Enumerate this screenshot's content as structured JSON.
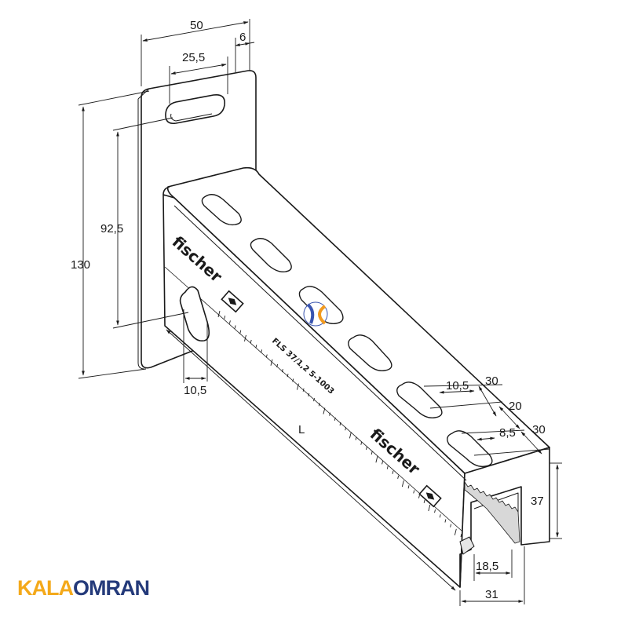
{
  "drawing": {
    "dimensions": {
      "plate_width": "50",
      "slot_width": "25,5",
      "slot_offset": "6",
      "plate_height": "130",
      "hole_height": "92,5",
      "lower_slot_width": "10,5",
      "length": "L",
      "top_slot_width": "10,5",
      "top_spacing_1": "30",
      "top_spacing_2": "20",
      "top_spacing_3": "30",
      "top_slot_small": "8,5",
      "profile_height": "37",
      "profile_opening": "18,5",
      "profile_width": "31"
    },
    "branding": {
      "brand_upper": "fischer",
      "brand_lower": "fischer",
      "product_code": "FLS 37/1,2 5-1003"
    }
  },
  "logo": {
    "part1": "KALA",
    "part2": "OMRAN"
  },
  "colors": {
    "line": "#1a1a1a",
    "logo_orange": "#f4a91a",
    "logo_navy": "#243a7a",
    "watermark_blue": "#3a55b0",
    "watermark_orange": "#f29a1f"
  }
}
